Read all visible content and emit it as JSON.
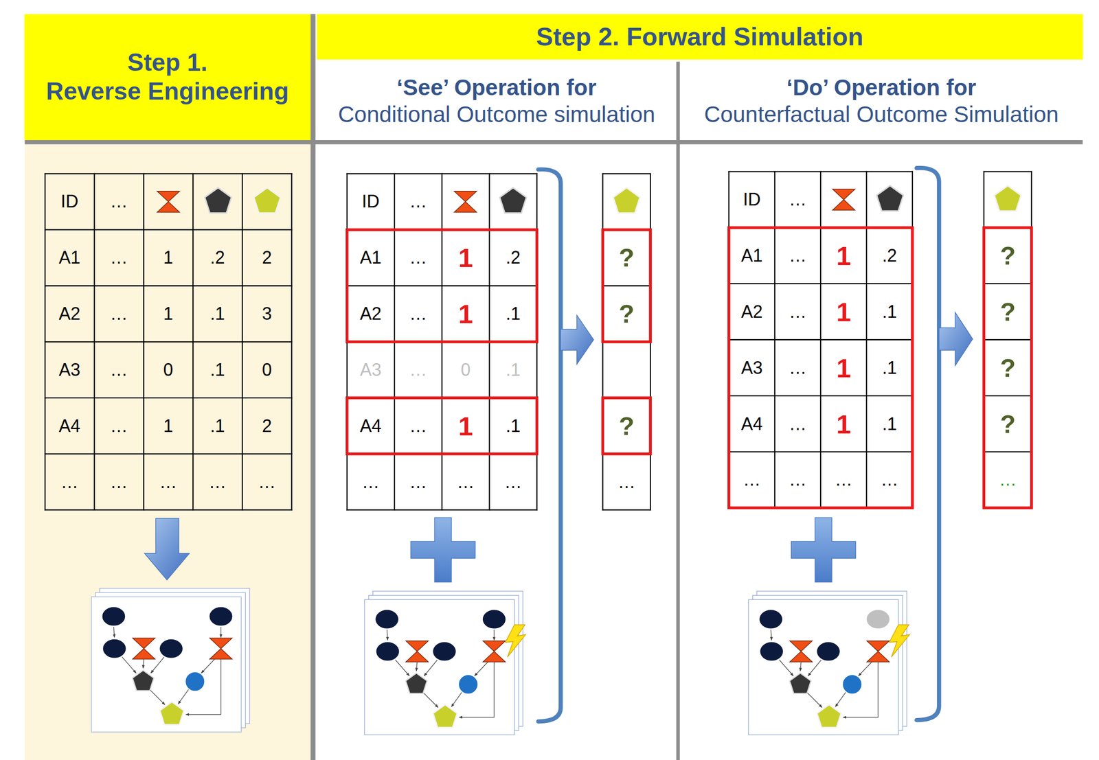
{
  "diagram": {
    "nodes": [
      {
        "text": [
          "Step 1.",
          "Reverse Engineering"
        ]
      },
      {
        "text": [
          "Step 2. Forward Simulation"
        ]
      },
      {
        "text": [
          "‘See’ Operation for",
          "Conditional Outcome simulation"
        ]
      },
      {
        "text": [
          "‘Do’ Operation for",
          "Counterfactual Outcome Simulation"
        ]
      }
    ],
    "labels": [
      "ID",
      "…",
      "A1",
      "…",
      "1",
      ".2",
      "2",
      "A2",
      "…",
      "1",
      ".1",
      "3",
      "A3",
      "…",
      "0",
      ".1",
      "0",
      "A4",
      "…",
      "1",
      ".1",
      "2",
      "…",
      "…",
      "…",
      "…",
      "…",
      "ID",
      "…",
      "A1",
      "…",
      "1",
      ".2",
      "A2",
      "…",
      "1",
      ".1",
      "A3",
      "…",
      "0",
      ".1",
      "A4",
      "…",
      "1",
      ".1",
      "…",
      "…",
      "…",
      "…",
      "?",
      "?",
      "?",
      "…",
      "ID",
      "…",
      "A1",
      "…",
      "1",
      ".2",
      "A2",
      "…",
      "1",
      ".1",
      "A3",
      "…",
      "1",
      ".1",
      "A4",
      "…",
      "1",
      ".1",
      "…",
      "…",
      "…",
      "…",
      "?",
      "?",
      "?",
      "?",
      "…"
    ]
  }
}
